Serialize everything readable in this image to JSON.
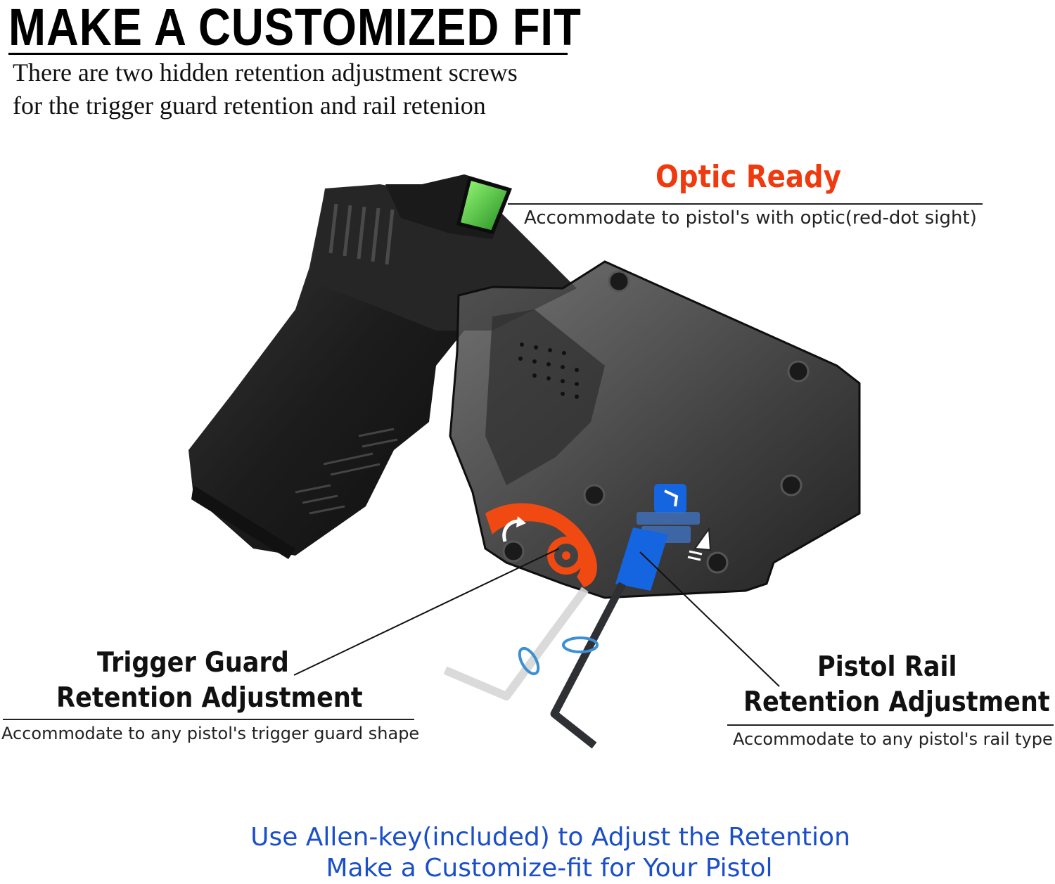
{
  "header": {
    "title": "MAKE A CUSTOMIZED FIT",
    "intro_line1": "There are two hidden retention adjustment screws",
    "intro_line2": "for the trigger guard retention and rail retenion"
  },
  "callouts": {
    "optic": {
      "title": "Optic Ready",
      "description": "Accommodate to pistol's with optic(red-dot sight)"
    },
    "trigger_guard": {
      "title_line1": "Trigger Guard",
      "title_line2": "Retention Adjustment",
      "description": "Accommodate to any pistol's trigger guard shape"
    },
    "pistol_rail": {
      "title_line1": "Pistol Rail",
      "title_line2": "Retention Adjustment",
      "description": "Accommodate to any pistol's rail type"
    }
  },
  "footer": {
    "line1": "Use Allen-key(included) to Adjust the Retention",
    "line2": "Make a Customize-fit for Your Pistol"
  },
  "colors": {
    "accent_orange": "#ee3a0e",
    "accent_blue": "#1a4fc9",
    "screw_blue": "#1565e0",
    "text_dark": "#111111"
  }
}
